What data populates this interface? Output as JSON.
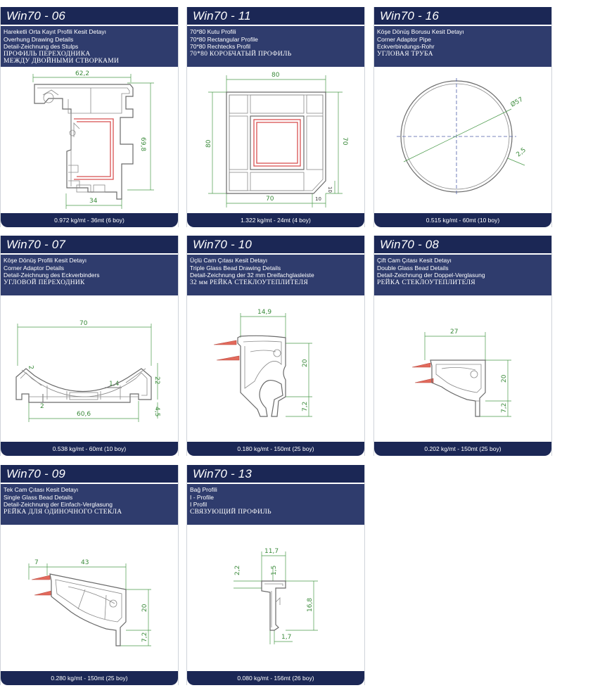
{
  "cards": [
    {
      "code": "Win70   -  06",
      "lines": [
        "Hareketli Orta Kayıt Profili Kesit Detayı",
        "Overhung Drawing Details",
        "Detail-Zeichnung des Stulps"
      ],
      "ru": [
        "ПРОФИЛЬ ПЕРЕХОДНИКА",
        "МЕЖДУ ДВОЙНЫМИ СТВОРКАМИ"
      ],
      "dims": [
        "62,2",
        "69,8",
        "34"
      ],
      "footer": "0.972 kg/mt  -  36mt (6 boy)"
    },
    {
      "code": "Win70   -  11",
      "lines": [
        "70*80 Kutu Profili",
        "70*80 Rectangular Profile",
        "70*80 Rechtecks Profil"
      ],
      "ru": [
        "70*80 КОРОБЧАТЫЙ ПРОФИЛЬ"
      ],
      "dims": [
        "80",
        "80",
        "70",
        "70",
        "10",
        "10"
      ],
      "footer": "1.322 kg/mt  -  24mt (4 boy)"
    },
    {
      "code": "Win70   -  16",
      "lines": [
        "Köşe Dönüş Borusu Kesit Detayı",
        "Corner Adaptor Pipe",
        "Eckverbindungs-Rohr"
      ],
      "ru": [
        "УГЛОВАЯ ТРУБА"
      ],
      "dims": [
        "Ø57",
        "2,5"
      ],
      "footer": "0.515 kg/mt  -  60mt (10 boy)"
    },
    {
      "code": "Win70   -  07",
      "lines": [
        "Köşe Dönüş Profili Kesit Detayı",
        "Corner Adaptor Details",
        "Detail-Zeichnung des Eckverbinders"
      ],
      "ru": [
        "УГЛОВОЙ ПЕРЕХОДНИК"
      ],
      "dims": [
        "70",
        "22",
        "1,4",
        "2",
        "60,6",
        "4,5",
        "2"
      ],
      "footer": "0.538 kg/mt  -  60mt (10 boy)"
    },
    {
      "code": "Win70   -  10",
      "lines": [
        "Üçlü Cam Çıtası Kesit Detayı",
        "Triple Glass Bead Drawing Details",
        "Detail-Zeichnung der 32 mm Dreifachglasleiste"
      ],
      "ru": [
        "32 мм РЕЙКА СТЕКЛОУТЕПЛИТЕЛЯ"
      ],
      "dims": [
        "14,9",
        "20",
        "7,2"
      ],
      "footer": "0.180 kg/mt  -  150mt (25 boy)"
    },
    {
      "code": "Win70   -  08",
      "lines": [
        "Çift Cam Çıtası Kesit Detayı",
        "Double Glass Bead Details",
        "Detail-Zeichnung der Doppel-Verglasung"
      ],
      "ru": [
        "РЕЙКА СТЕКЛОУТЕПЛИТЕЛЯ"
      ],
      "dims": [
        "27",
        "20",
        "7,2"
      ],
      "footer": "0.202 kg/mt  -  150mt (25 boy)"
    },
    {
      "code": "Win70   -  09",
      "lines": [
        "Tek Cam Çıtası Kesit Detayı",
        "Single Glass Bead Details",
        "Detail-Zeichnung der Einfach-Verglasung"
      ],
      "ru": [
        "РЕЙКА ДЛЯ ОДИНОЧНОГО СТЕКЛА"
      ],
      "dims": [
        "7",
        "43",
        "20",
        "7,2"
      ],
      "footer": "0.280 kg/mt  -  150mt (25 boy)"
    },
    {
      "code": "Win70   -  13",
      "lines": [
        "Bağ Profili",
        "I - Profile",
        "I Profil"
      ],
      "ru": [
        "СВЯЗУЮЩИЙ ПРОФИЛЬ"
      ],
      "dims": [
        "11,7",
        "2,2",
        "1,5",
        "16,8",
        "1,7"
      ],
      "footer": "0.080 kg/mt  -  156mt (26 boy)"
    }
  ]
}
